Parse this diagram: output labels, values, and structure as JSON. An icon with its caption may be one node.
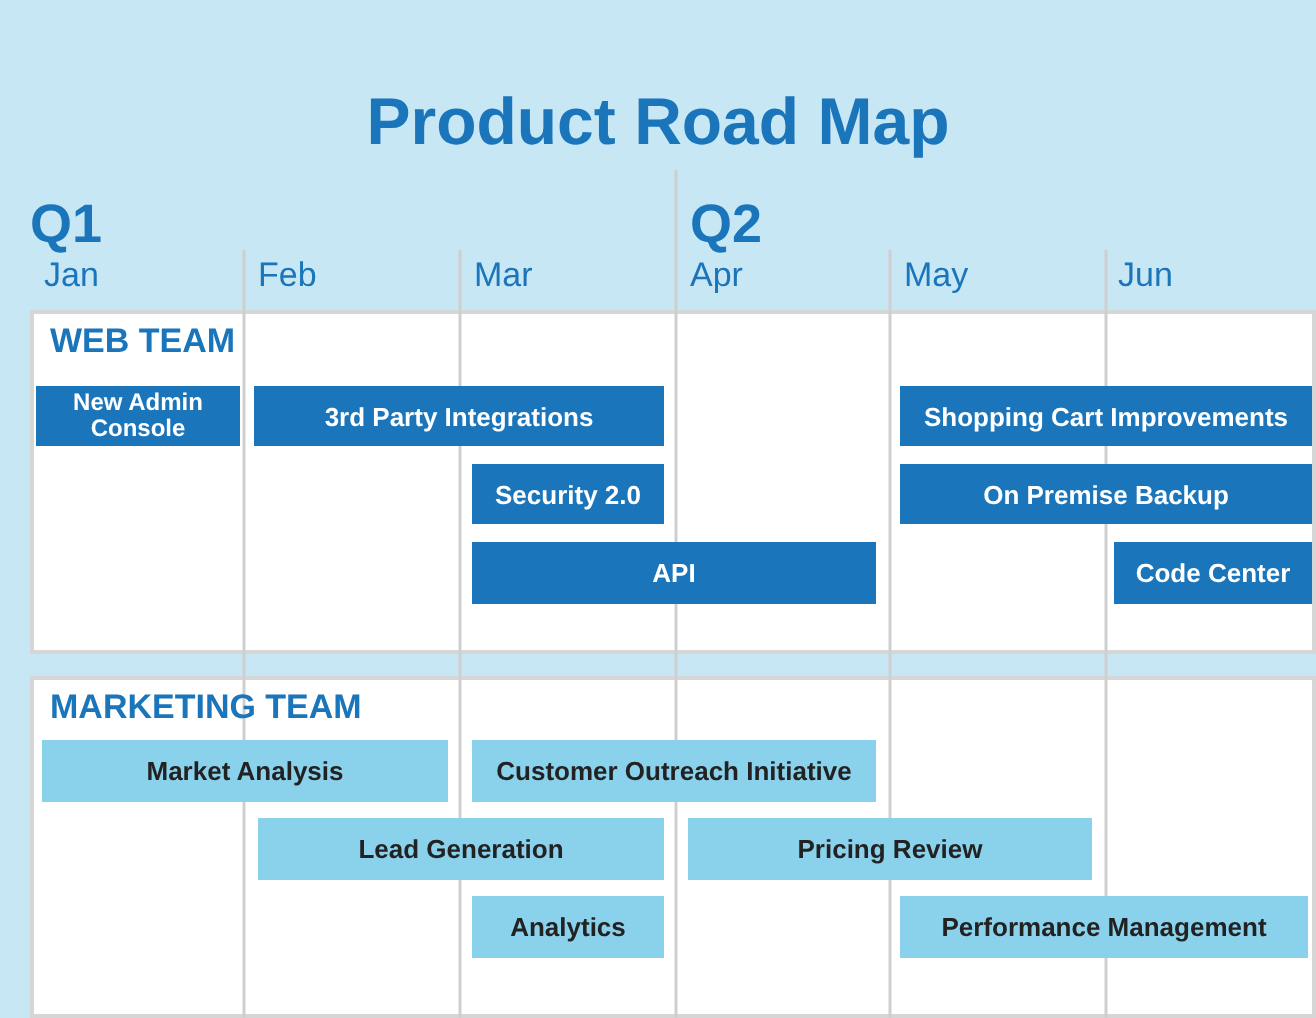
{
  "diagram": {
    "title": "Product Road Map",
    "nodes": [
      {
        "text": [
          "WEB TEAM"
        ]
      },
      {
        "text": [
          "New Admin Console"
        ],
        "in": 0
      },
      {
        "text": [
          "3rd Party Integrations"
        ],
        "in": 0
      },
      {
        "text": [
          "Security 2.0"
        ],
        "in": 0
      },
      {
        "text": [
          "API"
        ],
        "in": 0
      },
      {
        "text": [
          "Shopping Cart Improvements"
        ],
        "in": 0
      },
      {
        "text": [
          "On Premise Backup"
        ],
        "in": 0
      },
      {
        "text": [
          "Code Center"
        ],
        "in": 0
      },
      {
        "text": [
          "MARKETING TEAM"
        ]
      },
      {
        "text": [
          "Market Analysis"
        ],
        "in": 8
      },
      {
        "text": [
          "Customer Outreach Initiative"
        ],
        "in": 8
      },
      {
        "text": [
          "Lead Generation"
        ],
        "in": 8
      },
      {
        "text": [
          "Pricing Review"
        ],
        "in": 8
      },
      {
        "text": [
          "Analytics"
        ],
        "in": 8
      },
      {
        "text": [
          "Performance Management"
        ],
        "in": 8
      }
    ],
    "edges": [],
    "labels": [
      "Q1",
      "Jan",
      "Feb",
      "Mar",
      "Q2",
      "Apr",
      "May",
      "Jun"
    ]
  }
}
